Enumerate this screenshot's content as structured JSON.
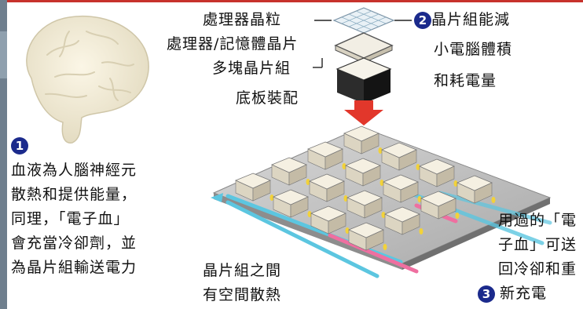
{
  "labels": {
    "chip_grain": "處理器晶粒",
    "proc_memory": "處理器/記憶體晶片",
    "multi_block": "多塊晶片組",
    "substrate": "底板裝配",
    "gaps_line1": "晶片組之間",
    "gaps_line2": "有空間散熱"
  },
  "point1": {
    "num": "1",
    "lines": [
      "血液為人腦神經元",
      "散熱和提供能量，",
      "同理，「電子血」",
      "會充當冷卻劑，並",
      "為晶片組輸送電力"
    ]
  },
  "point2": {
    "num": "2",
    "lines": [
      "晶片組能減",
      "小電腦體積",
      "和耗電量"
    ]
  },
  "point3": {
    "num": "3",
    "lines": [
      "用過的「電",
      "子血」可送",
      "回冷卻和重",
      "新充電"
    ]
  },
  "colors": {
    "badge": "#1b2a8c",
    "arrow_red": "#e2372b",
    "coolant_cyan": "#5cc6e0",
    "coolant_pink": "#ef6fa0"
  }
}
